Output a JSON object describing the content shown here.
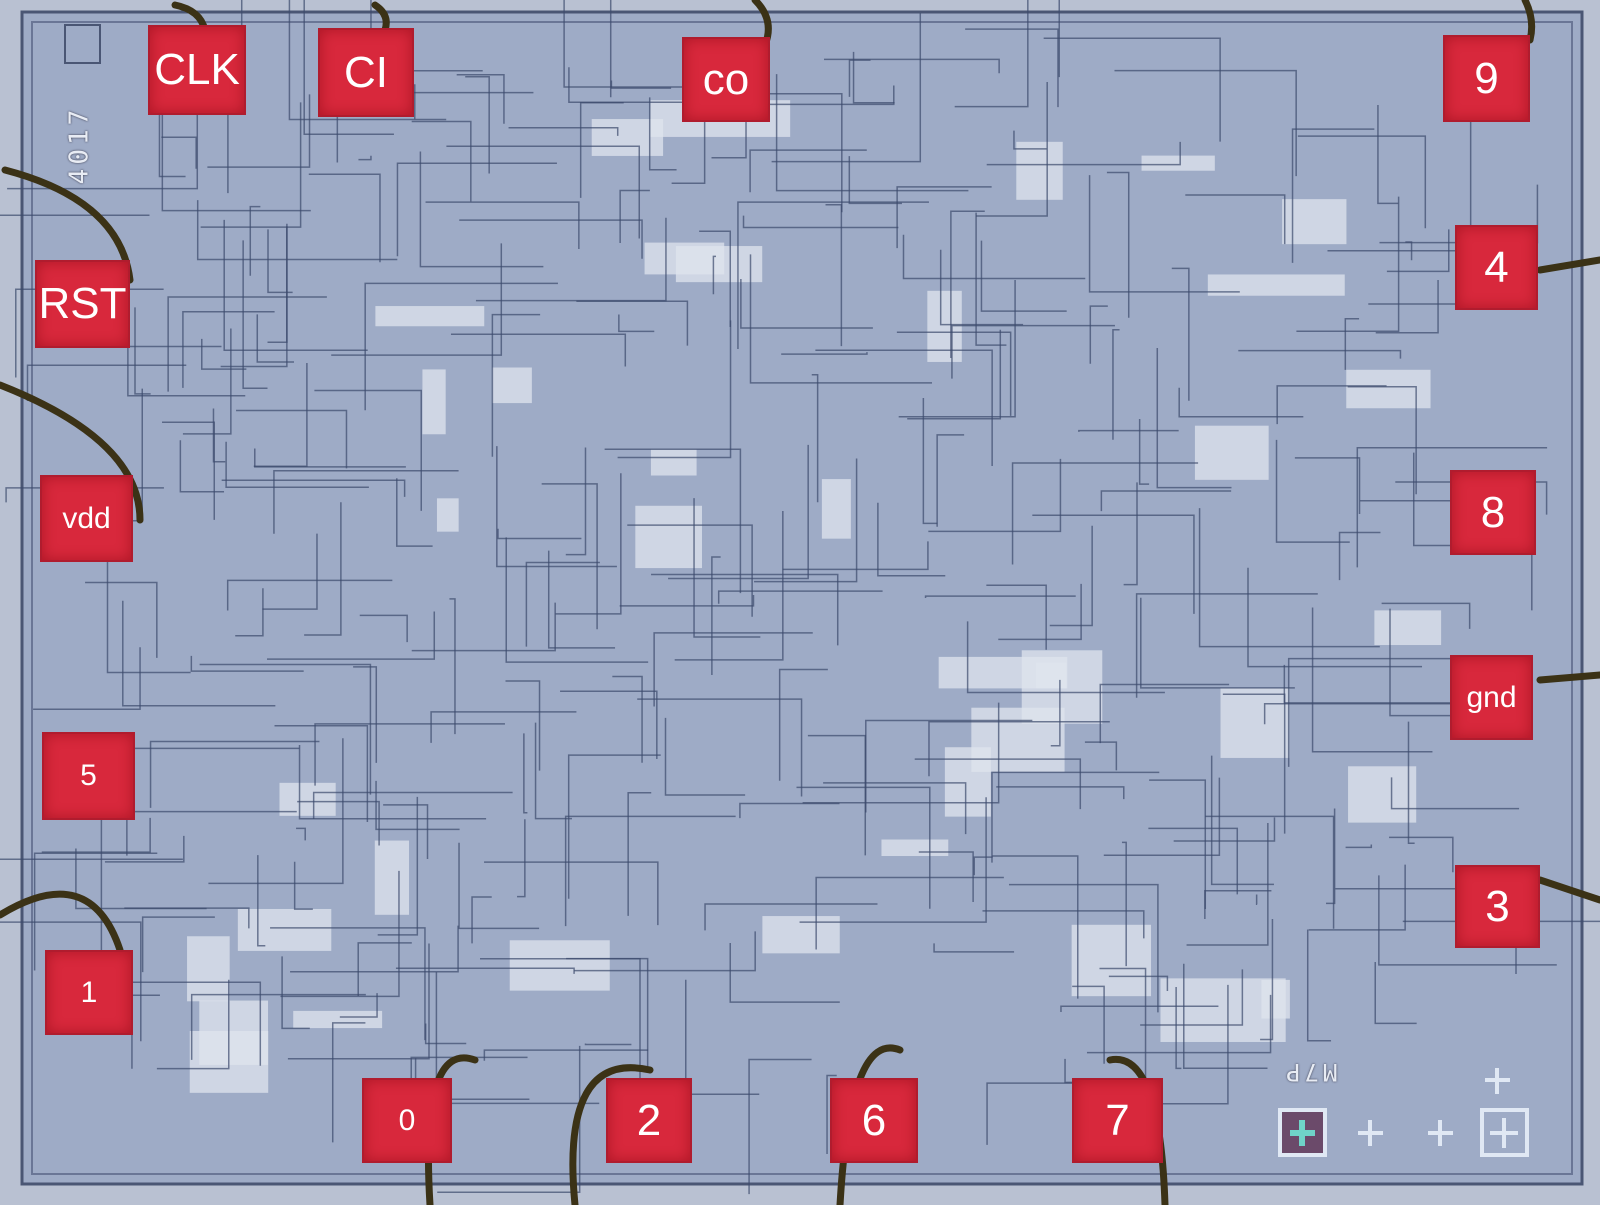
{
  "chip": {
    "part_marking": "4017",
    "mask_marking": "M7P",
    "colors": {
      "pad": "#d8283c",
      "die": "#9eabc6",
      "metal": "#dfe4ee",
      "trace": "#3c4a6c",
      "wire": "#6b5a1e"
    }
  },
  "pads": {
    "clk": "CLK",
    "ci": "CI",
    "co": "co",
    "q9": "9",
    "q4": "4",
    "rst": "RST",
    "vdd": "vdd",
    "q8": "8",
    "gnd": "gnd",
    "q5": "5",
    "q3": "3",
    "q1": "1",
    "q0": "0",
    "q2": "2",
    "q6": "6",
    "q7": "7"
  }
}
